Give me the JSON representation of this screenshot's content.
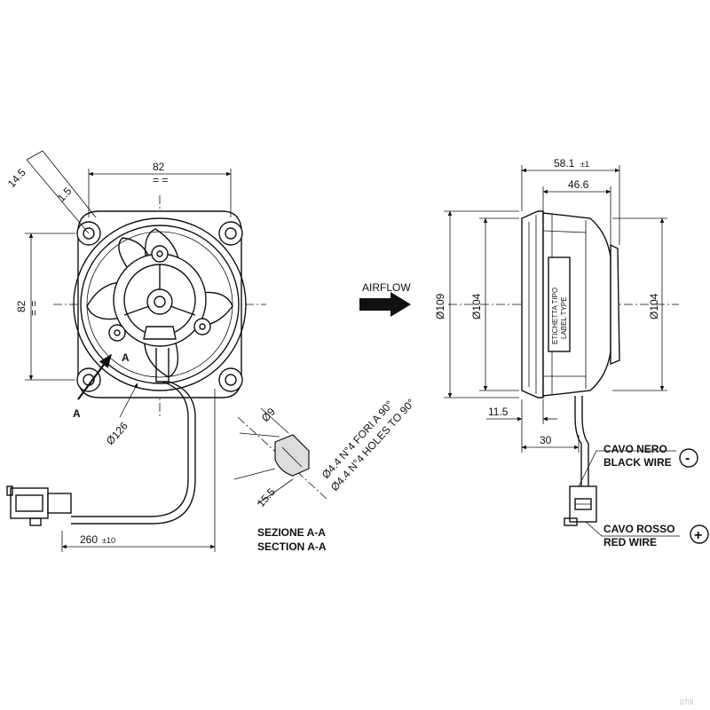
{
  "front_view": {
    "dim_top_width": "82",
    "dim_left_height": "82",
    "dim_ear_offset": "14.5",
    "dim_ear_small": "1.5",
    "dim_diameter": "Ø126",
    "section_mark": "A",
    "cable_length": "260",
    "cable_tolerance": "±10"
  },
  "section_detail": {
    "dim_hole_dia": "Ø9",
    "dim_depth": "15.5",
    "hole_note_it": "Ø4.4 N°4 FORI A 90°",
    "hole_note_en": "Ø4.4 N°4 HOLES TO 90°",
    "title_it": "SEZIONE A-A",
    "title_en": "SECTION A-A"
  },
  "airflow_label": "AIRFLOW",
  "side_view": {
    "dim_total_depth": "58.1",
    "dim_total_depth_tol": "±1",
    "dim_body_depth": "46.6",
    "dim_outer_dia": "Ø109",
    "dim_frame_dia": "Ø104",
    "dim_motor_dia": "Ø104",
    "dim_flange": "11.5",
    "dim_mount": "30",
    "label_it": "ETICHETTA TIPO",
    "label_en": "LABEL TYPE"
  },
  "wires": {
    "black_it": "CAVO NERO",
    "black_en": "BLACK WIRE",
    "black_symbol": "-",
    "red_it": "CAVO ROSSO",
    "red_en": "RED WIRE",
    "red_symbol": "+"
  },
  "corner_mark": "07/II"
}
